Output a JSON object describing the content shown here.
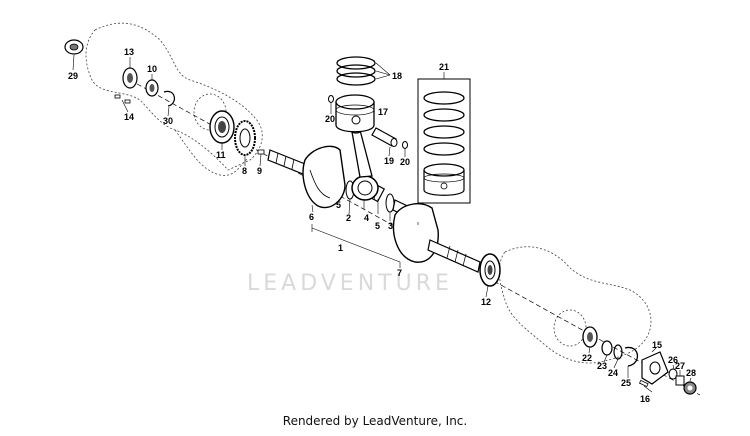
{
  "diagram": {
    "watermark": "LEADVENTURE",
    "credit": "Rendered by LeadVenture, Inc.",
    "callouts": [
      {
        "id": "c29",
        "label": "29"
      },
      {
        "id": "c13",
        "label": "13"
      },
      {
        "id": "c10",
        "label": "10"
      },
      {
        "id": "c14",
        "label": "14"
      },
      {
        "id": "c30",
        "label": "30"
      },
      {
        "id": "c11",
        "label": "11"
      },
      {
        "id": "c8",
        "label": "8"
      },
      {
        "id": "c9",
        "label": "9"
      },
      {
        "id": "c18",
        "label": "18"
      },
      {
        "id": "c21",
        "label": "21"
      },
      {
        "id": "c20a",
        "label": "20"
      },
      {
        "id": "c17",
        "label": "17"
      },
      {
        "id": "c19",
        "label": "19"
      },
      {
        "id": "c20b",
        "label": "20"
      },
      {
        "id": "c6",
        "label": "6"
      },
      {
        "id": "c5a",
        "label": "5"
      },
      {
        "id": "c2",
        "label": "2"
      },
      {
        "id": "c4",
        "label": "4"
      },
      {
        "id": "c5b",
        "label": "5"
      },
      {
        "id": "c3",
        "label": "3"
      },
      {
        "id": "c1",
        "label": "1"
      },
      {
        "id": "c7",
        "label": "7"
      },
      {
        "id": "c12",
        "label": "12"
      },
      {
        "id": "c15",
        "label": "15"
      },
      {
        "id": "c22",
        "label": "22"
      },
      {
        "id": "c23",
        "label": "23"
      },
      {
        "id": "c24",
        "label": "24"
      },
      {
        "id": "c25",
        "label": "25"
      },
      {
        "id": "c26",
        "label": "26"
      },
      {
        "id": "c27",
        "label": "27"
      },
      {
        "id": "c28",
        "label": "28"
      },
      {
        "id": "c16",
        "label": "16"
      }
    ]
  }
}
